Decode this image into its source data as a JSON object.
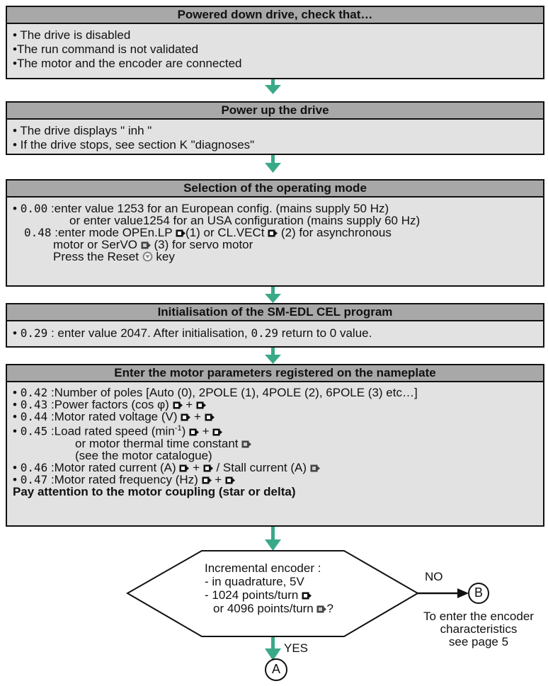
{
  "box1": {
    "title": "Powered down drive, check that…",
    "lines": [
      "• The drive is disabled",
      "•The run command is not validated",
      "•The motor and the encoder are connected"
    ]
  },
  "box2": {
    "title": "Power up the drive",
    "lines": [
      "• The drive displays \" inh \"",
      "• If the drive stops, see section K \"diagnoses\""
    ]
  },
  "box3": {
    "title": "Selection of the operating mode",
    "l1_bullet": "• ",
    "l1_code": "0.00",
    "l1_text": " :enter value 1253 for an European config. (mains supply 50 Hz)",
    "l2_text": "or enter value1254 for an USA configuration (mains supply 60 Hz)",
    "l3_code": "0.48",
    "l3_a": " :enter mode OPEn.LP ",
    "l3_b": "(1) or CL.VECt ",
    "l3_c": " (2) for asynchronous",
    "l4_a": "motor or SerVO ",
    "l4_b": " (3) for servo motor",
    "l5_a": "Press the Reset ",
    "l5_b": " key"
  },
  "box4": {
    "title": "Initialisation of the SM-EDL CEL program",
    "l1_a": "• ",
    "l1_code": "0.29",
    "l1_b": " : enter value 2047. After initialisation, ",
    "l1_code2": "0.29",
    "l1_c": " return to 0 value."
  },
  "box5": {
    "title": "Enter the motor parameters registered on the nameplate",
    "r1_code": "0.42",
    "r1_text": " :Number of poles [Auto (0), 2POLE (1), 4POLE (2), 6POLE (3) etc…]",
    "r2_code": "0.43",
    "r2_text": " :Power factors (cos φ) ",
    "r3_code": "0.44",
    "r3_text": " :Motor rated voltage (V) ",
    "r4_code": "0.45",
    "r4_text": " :Load rated speed (min",
    "r4_sup": "-1",
    "r4_text2": ") ",
    "r5_text": "or motor thermal time constant ",
    "r6_text": "(see the motor catalogue)",
    "r7_code": "0.46",
    "r7_text": " :Motor rated current (A) ",
    "r7_text2": " / Stall current (A) ",
    "r8_code": "0.47",
    "r8_text": " :Motor rated frequency (Hz) ",
    "plus": " + ",
    "footer": "Pay attention to the motor coupling (star or delta)"
  },
  "decision": {
    "l1": "Incremental encoder  :",
    "l2": "- in quadrature, 5V",
    "l3": "- 1024 points/turn ",
    "l4": "or 4096 points/turn ",
    "l4_end": "?",
    "no": "NO",
    "yes": "YES",
    "conn_b": "B",
    "conn_a": "A",
    "note1": "To enter the encoder",
    "note2": "characteristics",
    "note3": "see page 5"
  },
  "colors": {
    "arrow": "#3aa98a",
    "header": "#a8a8a8",
    "box": "#e2e2e2"
  }
}
